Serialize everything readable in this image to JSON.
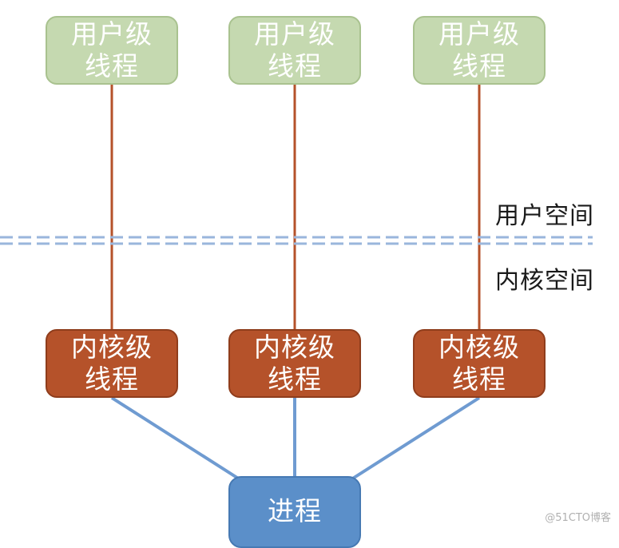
{
  "user_threads": [
    {
      "line1": "用户级",
      "line2": "线程"
    },
    {
      "line1": "用户级",
      "line2": "线程"
    },
    {
      "line1": "用户级",
      "line2": "线程"
    }
  ],
  "kernel_threads": [
    {
      "line1": "内核级",
      "line2": "线程"
    },
    {
      "line1": "内核级",
      "line2": "线程"
    },
    {
      "line1": "内核级",
      "line2": "线程"
    }
  ],
  "process": {
    "label": "进程"
  },
  "spaces": {
    "user_space": "用户空间",
    "kernel_space": "内核空间"
  },
  "watermark": "@51CTO博客",
  "colors": {
    "user_fill": "#c5d9b0",
    "kernel_fill": "#b5522a",
    "process_fill": "#5b8fc9",
    "user_kernel_link": "#b5522a",
    "kernel_process_link": "#6f9bd1",
    "divider": "#9ab6dc"
  }
}
